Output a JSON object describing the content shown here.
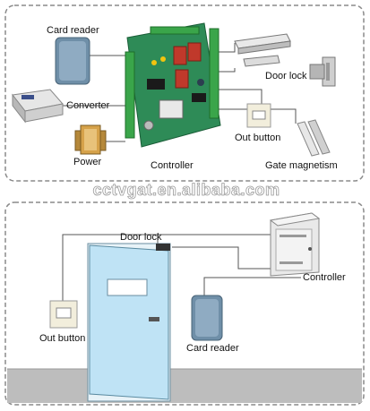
{
  "top_panel": {
    "labels": {
      "card_reader": "Card reader",
      "converter": "Converter",
      "power": "Power",
      "controller": "Controller",
      "door_lock": "Door lock",
      "out_button": "Out button",
      "gate_magnetism": "Gate magnetism"
    }
  },
  "watermark": "cctvgat.en.alibaba.com",
  "bottom_panel": {
    "labels": {
      "door_lock": "Door lock",
      "controller": "Controller",
      "out_button": "Out button",
      "card_reader": "Card reader"
    }
  },
  "colors": {
    "panel_border": "#8a8a8a",
    "wire": "#555555",
    "board_green": "#2e8b57",
    "door_blue": "#bfe3f5",
    "reader_blue": "#6f8fa8",
    "floor": "#bdbdbd"
  }
}
